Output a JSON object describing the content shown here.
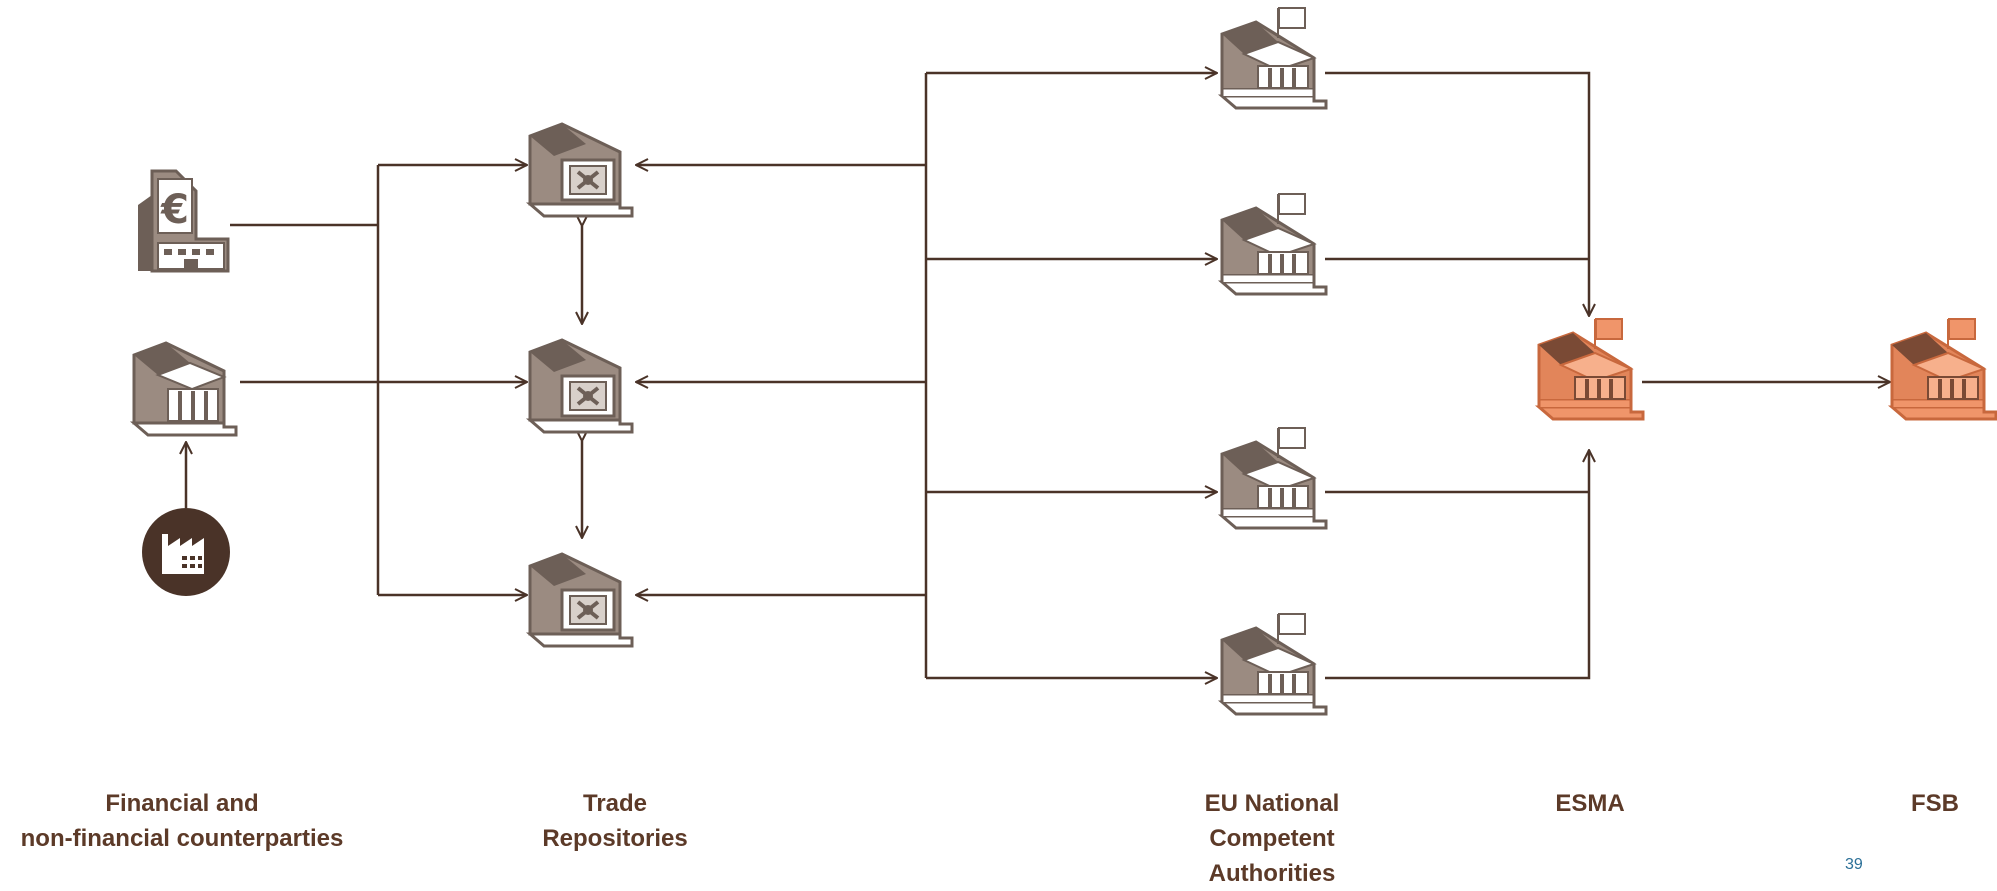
{
  "columns": {
    "counterparties": {
      "line1": "Financial and",
      "line2": "non-financial counterparties"
    },
    "trade_repositories": {
      "line1": "Trade",
      "line2": "Repositories"
    },
    "ncas": {
      "line1": "EU National",
      "line2": "Competent",
      "line3": "Authorities"
    },
    "esma": {
      "line1": "ESMA"
    },
    "fsb": {
      "line1": "FSB"
    }
  },
  "page_number": "39",
  "icons": {
    "counterparty_financial": "euro-office-building-icon",
    "counterparty_bank": "bank-building-icon",
    "counterparty_nonfinancial": "factory-icon",
    "trade_repository": "vault-safe-icon",
    "authority": "government-building-flag-icon"
  },
  "colors": {
    "line": "#4a3328",
    "icon_grey": "#8a7a70",
    "icon_grey_dark": "#6d5f57",
    "icon_orange": "#f0956a",
    "icon_orange_dark": "#7a4a35",
    "label": "#5c3a28",
    "page_number": "#2a6f97"
  }
}
